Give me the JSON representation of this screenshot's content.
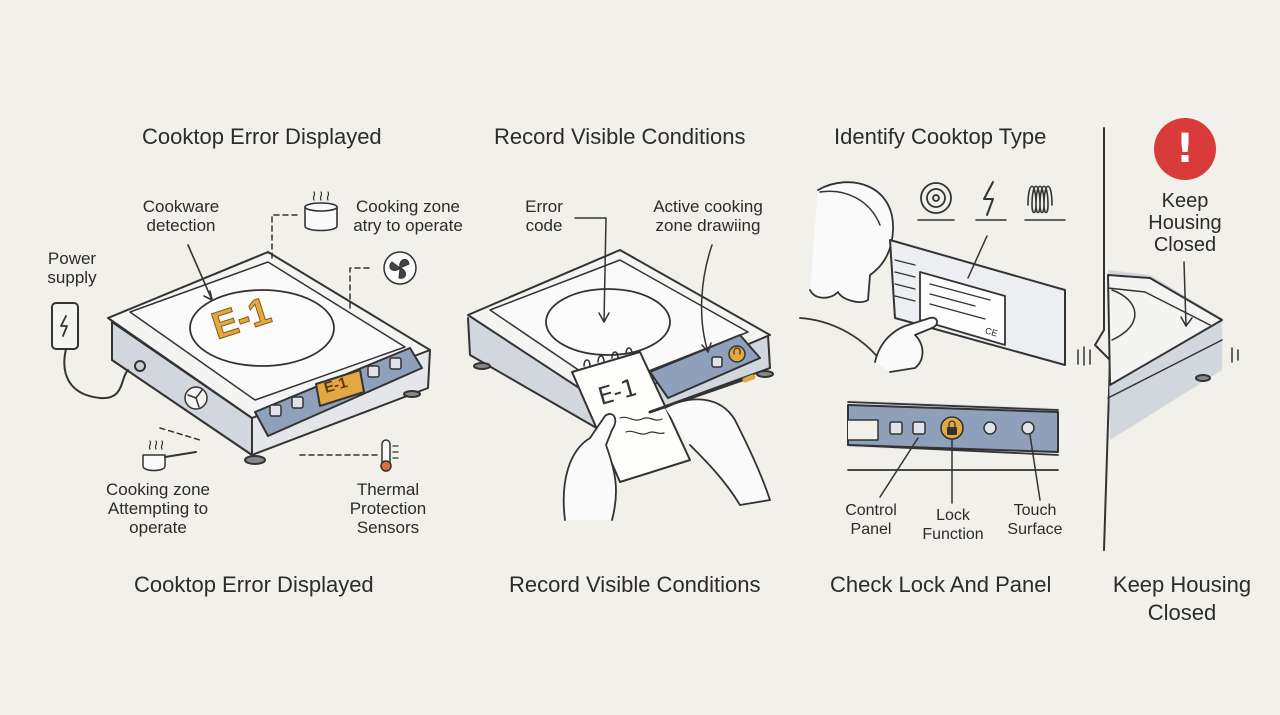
{
  "panels": [
    {
      "title": "Cooktop Error Displayed",
      "caption": "Cooktop Error Displayed",
      "labels": {
        "cookware": [
          "Cookware",
          "detection"
        ],
        "zone_top": [
          "Cooking zone",
          "atry to operate"
        ],
        "power": [
          "Power",
          "supply"
        ],
        "zone_bottom": [
          "Cooking zone",
          "Attempting to",
          "operate"
        ],
        "thermal": [
          "Thermal",
          "Protection",
          "Sensors"
        ]
      },
      "display_code": "E-1",
      "panel_code": "E-1"
    },
    {
      "title": "Record Visible Conditions",
      "caption": "Record Visible Conditions",
      "labels": {
        "error": [
          "Error",
          "code"
        ],
        "active": [
          "Active cooking",
          "zone drawiing"
        ]
      },
      "note_code": "E-1"
    },
    {
      "title": "Identify Cooktop Type",
      "caption": "Check Lock And Panel",
      "labels": {
        "control": [
          "Control",
          "Panel"
        ],
        "lock": [
          "Lock",
          "Function"
        ],
        "touch": [
          "Touch",
          "Surface"
        ]
      },
      "plate_mark": "CE"
    },
    {
      "title": "Keep Housing Closed",
      "title_lines": [
        "Keep",
        "Housing",
        "Closed"
      ],
      "caption_lines": [
        "Keep Housing",
        "Closed"
      ],
      "alert_icon": "exclamation-icon"
    }
  ],
  "colors": {
    "background": "#f2f0ea",
    "ink": "#2b2b2b",
    "panel_blue": "#8fa0bb",
    "orange_display": "#e3a843",
    "alert_red": "#d93a3a"
  }
}
